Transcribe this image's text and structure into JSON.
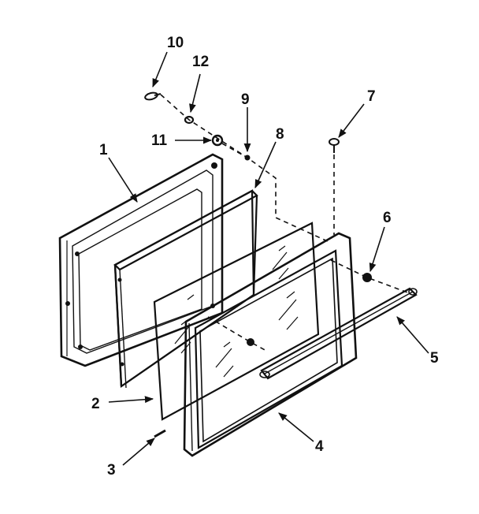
{
  "colors": {
    "ink": "#111111",
    "paper": "#ffffff",
    "panel_fill": "#ffffff"
  },
  "callouts": {
    "c1": "1",
    "c2": "2",
    "c3": "3",
    "c4": "4",
    "c5": "5",
    "c6": "6",
    "c7": "7",
    "c8": "8",
    "c9": "9",
    "c10": "10",
    "c11": "11",
    "c12": "12"
  }
}
